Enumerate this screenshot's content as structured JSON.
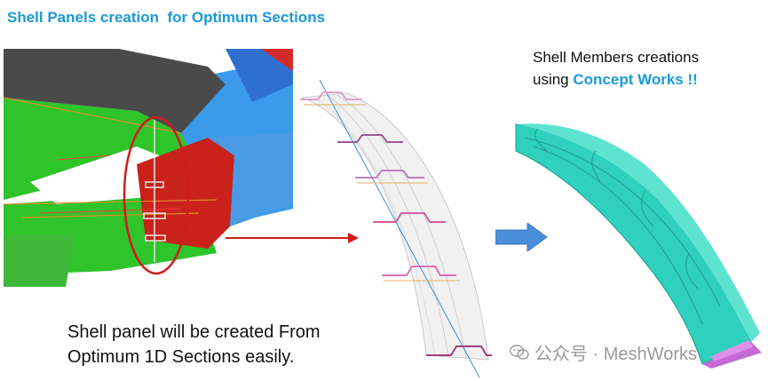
{
  "title": "Shell Panels creation  for Optimum Sections",
  "right_caption": {
    "line1": "Shell Members creations",
    "line2_prefix": "using ",
    "line2_accent": "Concept Works !!"
  },
  "bottom_caption": {
    "line1": "Shell panel will be created From",
    "line2": "Optimum 1D Sections easily."
  },
  "watermark": {
    "text": "公众号 · MeshWorks",
    "icon": "wechat-icon"
  },
  "colors": {
    "accent": "#1a9ad6",
    "panel_green": "#2ec42a",
    "panel_red": "#c8221b",
    "panel_blue": "#3b9bea",
    "panel_gray": "#4a4a4a",
    "member_teal": "#2fd0bd",
    "arrow_red": "#d11b1b",
    "arrow_blue": "#4a8ed8"
  }
}
